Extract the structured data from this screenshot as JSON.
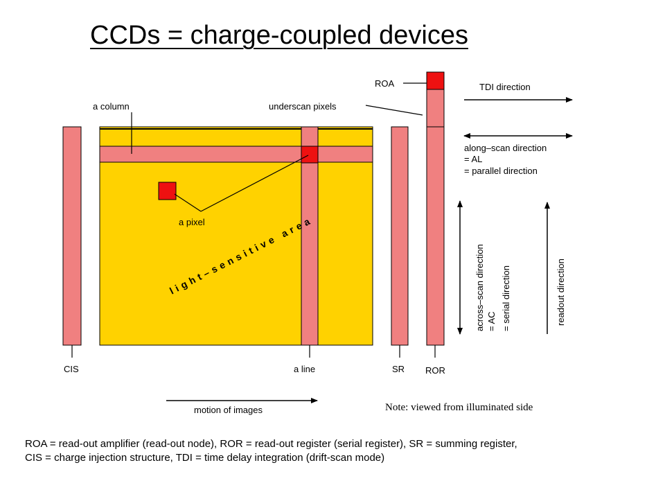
{
  "title": "CCDs = charge-coupled devices",
  "labels": {
    "roa": "ROA",
    "tdi_direction": "TDI direction",
    "a_column": "a column",
    "underscan_pixels": "underscan pixels",
    "along_scan_1": "along–scan direction",
    "along_scan_2": "= AL",
    "along_scan_3": "= parallel direction",
    "a_pixel": "a pixel",
    "light_sensitive": "light–sensitive area",
    "across_scan_1": "across–scan direction",
    "across_scan_2": "= AC",
    "serial_direction": "= serial direction",
    "readout_direction": "readout direction",
    "cis": "CIS",
    "a_line": "a line",
    "sr": "SR",
    "ror": "ROR",
    "motion_of_images": "motion of images",
    "note": "Note: viewed from illuminated side"
  },
  "caption": {
    "line1": "ROA = read-out amplifier (read-out node), ROR = read-out register (serial register), SR = summing register,",
    "line2": "CIS = charge injection structure, TDI = time delay integration (drift-scan mode)"
  },
  "colors": {
    "sensor": "#FFD200",
    "register": "#F08080",
    "pixel": "#EE1111",
    "outline": "#000000"
  }
}
